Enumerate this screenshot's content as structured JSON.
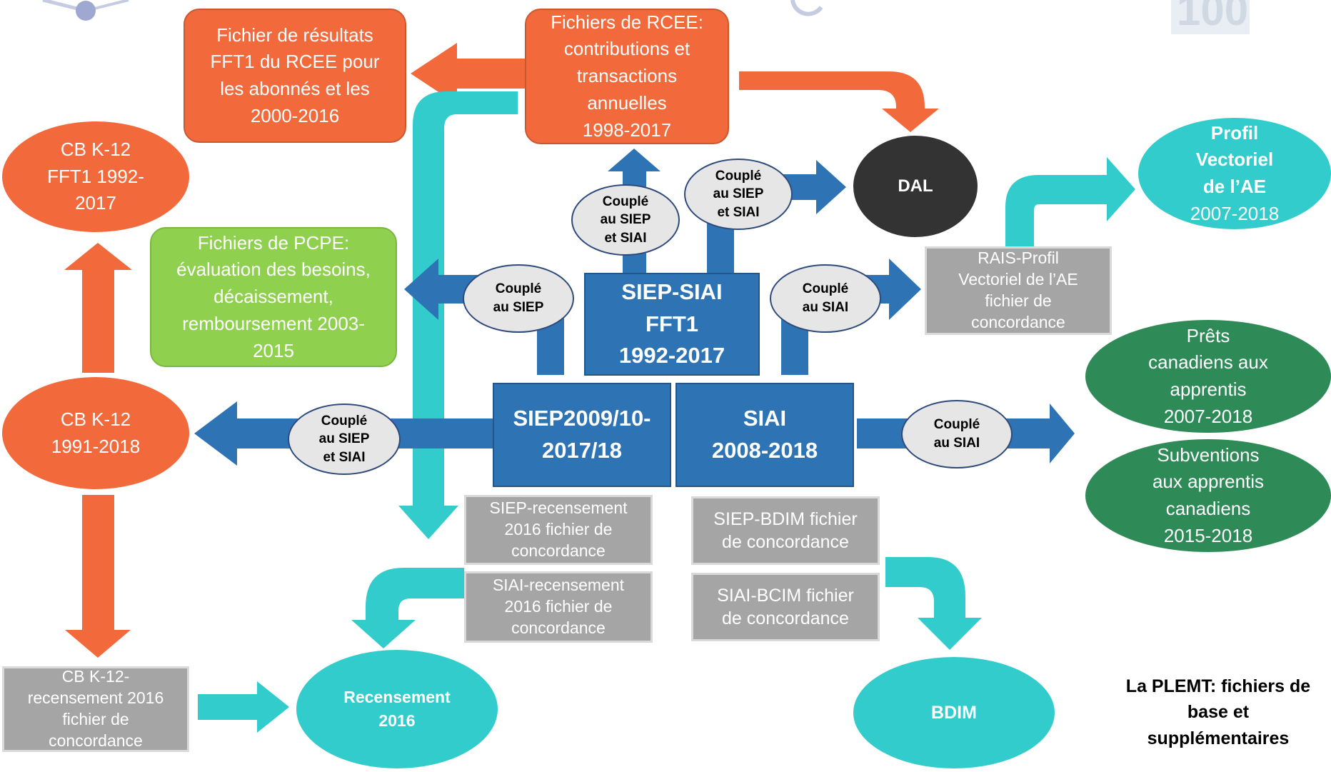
{
  "logo": {
    "text": "100"
  },
  "nodes": {
    "fft1_rcee": "Fichier de résultats\nFFT1 du RCEE pour\nles abonnés et les\n2000-2016",
    "rcee": "Fichiers de RCEE:\ncontributions et\ntransactions\nannuelles\n1998-2017",
    "cbk12_fft1": "CB K-12\nFFT1 1992-\n2017",
    "pcpe": "Fichiers de PCPE:\névaluation des besoins,\ndécaissement,\nremboursement 2003-\n2015",
    "cbk12": "CB K-12\n1991-2018",
    "siep_siai": "SIEP-SIAI\nFFT1\n1992-2017",
    "siep": "SIEP2009/10-\n2017/18",
    "siai": "SIAI\n2008-2018",
    "dal": "DAL",
    "profil_bold": "Profil\nVectoriel\nde l’AE",
    "profil_years": "2007-2018",
    "rais": "RAIS-Profil\nVectoriel de l’AE\nfichier de\nconcordance",
    "prets": "Prêts\ncanadiens aux\napprentis\n2007-2018",
    "subventions": "Subventions\naux apprentis\ncanadiens\n2015-2018",
    "siep_rec": "SIEP-recensement\n2016 fichier de\nconcordance",
    "siai_rec": "SIAI-recensement\n2016 fichier de\nconcordance",
    "siep_bdim": "SIEP-BDIM fichier\nde concordance",
    "siai_bcim": "SIAI-BCIM fichier\nde concordance",
    "cbk12_rec": "CB K-12-\nrecensement 2016\nfichier de\nconcordance",
    "recensement": "Recensement\n2016",
    "bdim": "BDIM"
  },
  "couples": {
    "top": "Couplé\nau SIEP\net SIAI",
    "dal": "Couplé\nau SIEP\net SIAI",
    "pcpe": "Couplé\nau SIEP",
    "rais": "Couplé\nau SIAI",
    "cbk12": "Couplé\nau SIEP\net SIAI",
    "right": "Couplé\nau SIAI"
  },
  "caption": "La PLEMT: fichiers de\nbase et\nsupplémentaires",
  "colors": {
    "orange": "#f26a3c",
    "blue": "#2e74b5",
    "teal": "#33cccc",
    "green": "#8fd14f",
    "dark_green": "#2e8b57",
    "grey": "#a5a5a5",
    "dark": "#333333"
  }
}
